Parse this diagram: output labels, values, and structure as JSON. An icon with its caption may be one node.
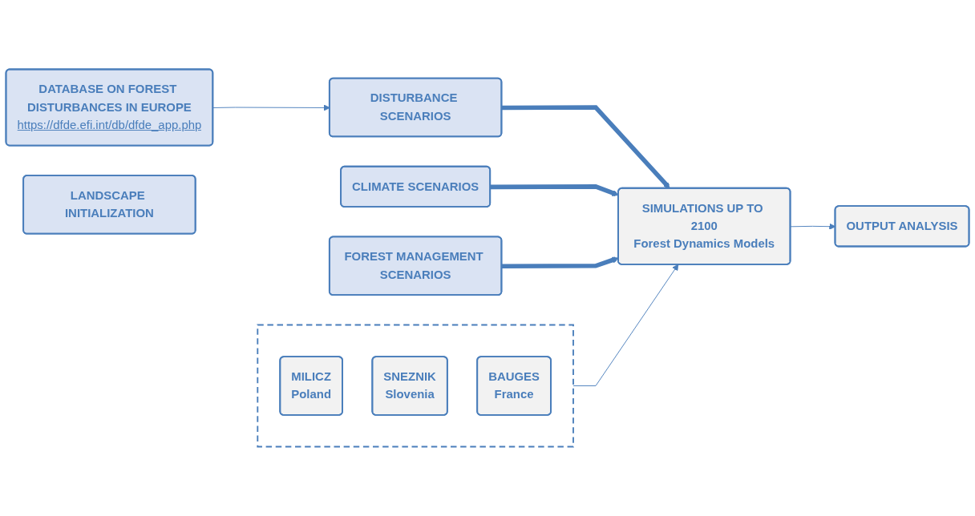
{
  "diagram": {
    "nodes": [
      {
        "text": [
          "DATABASE ON FOREST DISTURBANCES IN EUROPE",
          "https://dfde.efi.int/db/dfde_app.php"
        ]
      },
      {
        "text": [
          "DISTURBANCE SCENARIOS"
        ]
      },
      {
        "text": [],
        "shape": "box"
      },
      {
        "text": [
          "MILICZ",
          "Poland"
        ],
        "in": 2
      },
      {
        "text": [
          "SNEZNIK",
          "Slovenia"
        ],
        "in": 2
      },
      {
        "text": [
          "BAUGES",
          "France"
        ],
        "in": 2
      },
      {
        "text": [
          "LANDSCAPE INITIALIZATION"
        ]
      },
      {
        "text": [
          "SIMULATIONS UP TO 2100",
          "Forest Dynamics Models"
        ]
      },
      {
        "text": [
          "OUTPUT ANALYSIS"
        ]
      },
      {
        "text": [
          "CLIMATE SCENARIOS"
        ]
      },
      {
        "text": [
          "FOREST MANAGEMENT SCENARIOS"
        ]
      }
    ],
    "edges": [
      {
        "from": 0,
        "to": 1,
        "arrow": "to"
      },
      {
        "from": 1,
        "to": 7,
        "arrow": "to",
        "style": "thick"
      },
      {
        "from": 2,
        "to": 7,
        "arrow": "to"
      },
      {
        "from": 7,
        "to": 8,
        "arrow": "to"
      },
      {
        "from": 9,
        "to": 7,
        "arrow": "to",
        "style": "thick"
      },
      {
        "from": 10,
        "to": 7,
        "arrow": "to",
        "style": "thick"
      }
    ]
  }
}
